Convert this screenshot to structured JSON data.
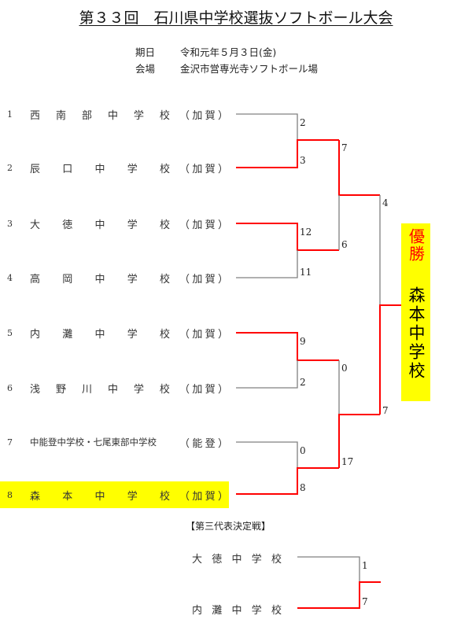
{
  "title": "第３３回　石川県中学校選抜ソフトボール大会",
  "meta": {
    "date_label": "期日",
    "date_value": "令和元年５月３日(金)",
    "venue_label": "会場",
    "venue_value": "金沢市営専光寺ソフトボール場"
  },
  "teams": [
    {
      "seed": "1",
      "name": [
        "西",
        "南",
        "部",
        "中",
        "学",
        "校"
      ],
      "region": [
        "（",
        "加",
        "賀",
        "）"
      ],
      "score_r1": "2"
    },
    {
      "seed": "2",
      "name": [
        "辰",
        "口",
        "中",
        "学",
        "校"
      ],
      "region": [
        "（",
        "加",
        "賀",
        "）"
      ],
      "score_r1": "3"
    },
    {
      "seed": "3",
      "name": [
        "大",
        "徳",
        "中",
        "学",
        "校"
      ],
      "region": [
        "（",
        "加",
        "賀",
        "）"
      ],
      "score_r1": "12"
    },
    {
      "seed": "4",
      "name": [
        "高",
        "岡",
        "中",
        "学",
        "校"
      ],
      "region": [
        "（",
        "加",
        "賀",
        "）"
      ],
      "score_r1": "11"
    },
    {
      "seed": "5",
      "name": [
        "内",
        "灘",
        "中",
        "学",
        "校"
      ],
      "region": [
        "（",
        "加",
        "賀",
        "）"
      ],
      "score_r1": "9"
    },
    {
      "seed": "6",
      "name": [
        "浅",
        "野",
        "川",
        "中",
        "学",
        "校"
      ],
      "region": [
        "（",
        "加",
        "賀",
        "）"
      ],
      "score_r1": "2"
    },
    {
      "seed": "7",
      "name_text": "中能登中学校・七尾東部中学校",
      "region": [
        "（",
        "能",
        "登",
        "）"
      ],
      "score_r1": "0"
    },
    {
      "seed": "8",
      "name": [
        "森",
        "本",
        "中",
        "学",
        "校"
      ],
      "region": [
        "（",
        "加",
        "賀",
        "）"
      ],
      "score_r1": "8"
    }
  ],
  "scores": {
    "r2_top_upper": "7",
    "r2_top_lower": "6",
    "r2_bottom_upper": "0",
    "r2_bottom_lower": "17",
    "final_upper": "4",
    "final_lower": "7"
  },
  "champion": {
    "label": "優勝",
    "name": "森本中学校"
  },
  "third_place": {
    "heading": "【第三代表決定戦】",
    "teams": [
      {
        "name": [
          "大",
          "徳",
          "中",
          "学",
          "校"
        ],
        "score": "1"
      },
      {
        "name": [
          "内",
          "灘",
          "中",
          "学",
          "校"
        ],
        "score": "7"
      }
    ]
  },
  "colors": {
    "winner_line": "#ff0000",
    "loser_line": "#808080",
    "highlight": "#ffff00"
  }
}
